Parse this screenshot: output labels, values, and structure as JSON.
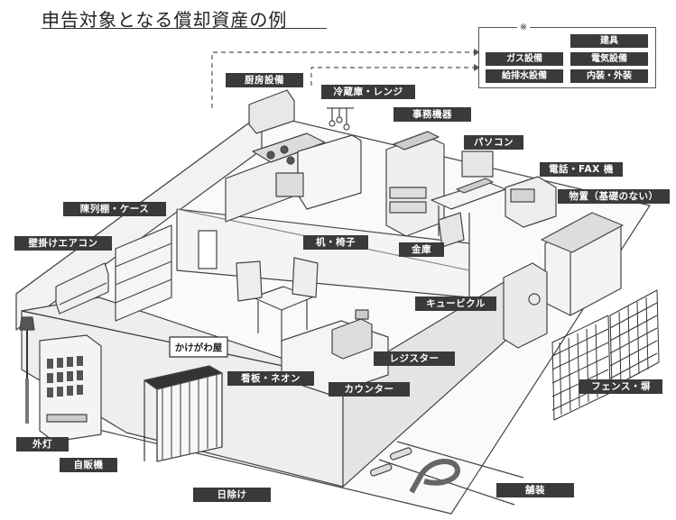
{
  "title": "申告対象となる償却資産の例",
  "legend": {
    "mark": "※",
    "items": [
      "建具",
      "ガス設備",
      "電気設備",
      "給排水設備",
      "内装・外装"
    ]
  },
  "shop_sign": "かけがわ屋",
  "labels": {
    "kitchen": "厨房設備",
    "fridge_range": "冷蔵庫・レンジ",
    "office_machine": "事務機器",
    "pc": "パソコン",
    "phone_fax": "電話・FAX 機",
    "shed": "物置（基礎のない）",
    "display_shelf": "陳列棚・ケース",
    "aircon": "壁掛けエアコン",
    "desk_chair": "机・椅子",
    "safe": "金庫",
    "cubicle": "キュービクル",
    "register": "レジスター",
    "signboard": "看板・ネオン",
    "counter": "カウンター",
    "fence": "フェンス・塀",
    "outdoor_light": "外灯",
    "vending": "自販機",
    "awning": "日除け",
    "paving": "舗装"
  }
}
